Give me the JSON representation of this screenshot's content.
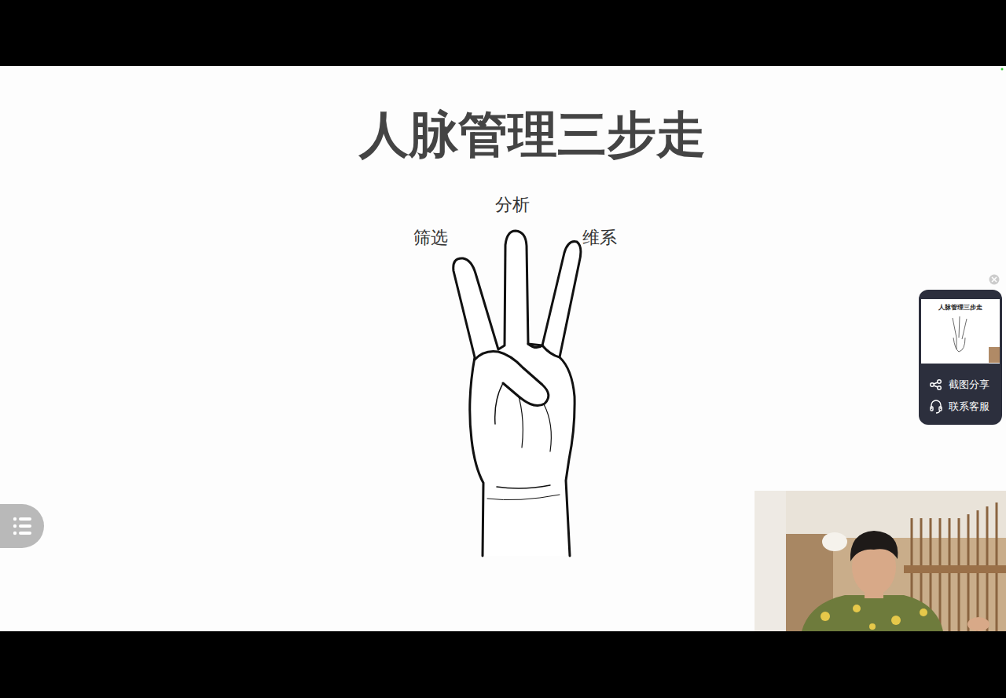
{
  "diagram": {
    "title": "人脉管理三步走",
    "nodes": [
      {
        "text": [
          "截图分享",
          "联系客服"
        ]
      },
      {
        "text": [
          "人脉管理三步走"
        ],
        "in": 0
      }
    ],
    "labels": [
      "筛选",
      "分析",
      "维系"
    ]
  }
}
